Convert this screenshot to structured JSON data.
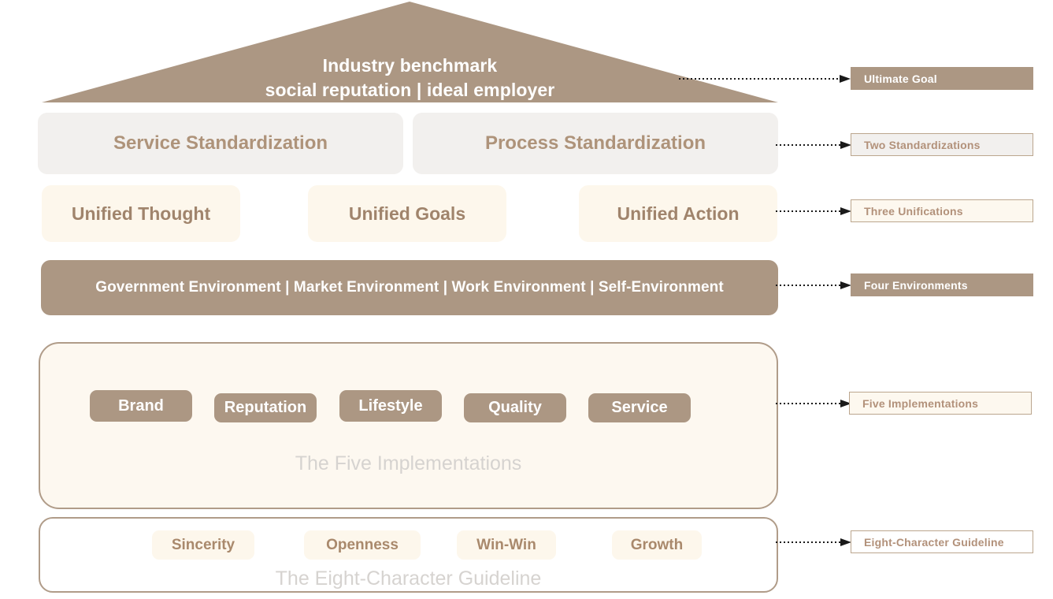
{
  "diagram": {
    "title_roof_line1": "Industry benchmark",
    "title_roof_line2": "social reputation | ideal employer",
    "colors": {
      "brand_brown": "#AC9783",
      "text_brown": "#A9886B",
      "cream": "#FDF7EC",
      "gray_panel": "#F2F0EE",
      "watermark_gray": "#D6D3D0",
      "border_brown": "#B09C89"
    },
    "standardizations": [
      {
        "label": "Service Standardization"
      },
      {
        "label": "Process Standardization"
      }
    ],
    "unifications": [
      {
        "label": "Unified Thought"
      },
      {
        "label": "Unified Goals"
      },
      {
        "label": "Unified Action"
      }
    ],
    "environments_bar": "Government Environment | Market Environment | Work Environment | Self-Environment",
    "implementations": {
      "watermark": "The Five Implementations",
      "chips": [
        {
          "label": "Brand"
        },
        {
          "label": "Reputation"
        },
        {
          "label": "Lifestyle"
        },
        {
          "label": "Quality"
        },
        {
          "label": "Service"
        }
      ]
    },
    "eight_character": {
      "watermark": "The Eight-Character Guideline",
      "chips": [
        {
          "label": "Sincerity"
        },
        {
          "label": "Openness"
        },
        {
          "label": "Win-Win"
        },
        {
          "label": "Growth"
        }
      ]
    },
    "legend_tags": [
      {
        "label": "Ultimate Goal"
      },
      {
        "label": "Two Standardizations"
      },
      {
        "label": "Three Unifications"
      },
      {
        "label": "Four Environments"
      },
      {
        "label": "Five Implementations"
      },
      {
        "label": "Eight-Character Guideline"
      }
    ]
  }
}
